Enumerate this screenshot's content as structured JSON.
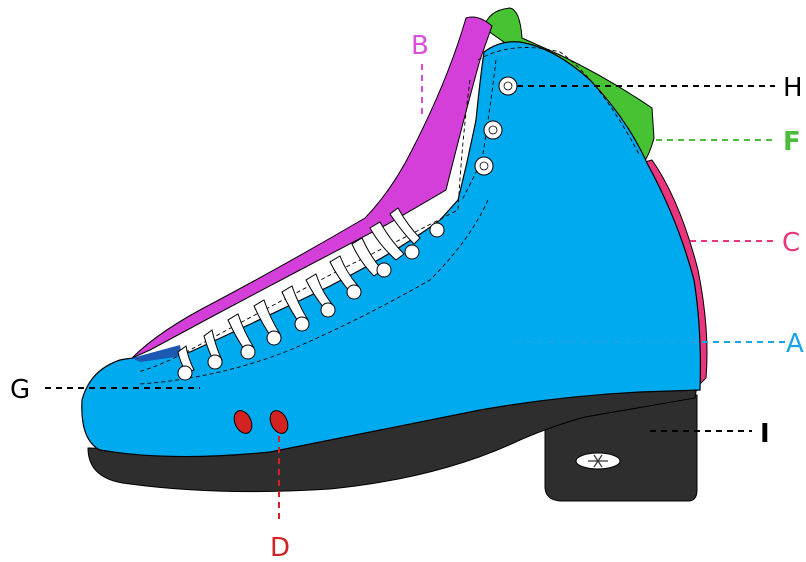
{
  "labels": {
    "a": {
      "text": "A",
      "color": "#1aa5e6"
    },
    "b": {
      "text": "B",
      "color": "#d94fd9"
    },
    "c": {
      "text": "C",
      "color": "#e8357e"
    },
    "d": {
      "text": "D",
      "color": "#d42222"
    },
    "f": {
      "text": "F",
      "color": "#4cbc3c"
    },
    "g": {
      "text": "G",
      "color": "#000000"
    },
    "h": {
      "text": "H",
      "color": "#000000"
    },
    "i": {
      "text": "I",
      "color": "#000000"
    }
  },
  "colors": {
    "boot": "#00aaee",
    "tongue": "#d43fd9",
    "back_stay": "#e8357e",
    "collar": "#46c233",
    "sole": "#2e2e2e",
    "toe_bumper": "#d42222",
    "laces": "#ffffff"
  }
}
